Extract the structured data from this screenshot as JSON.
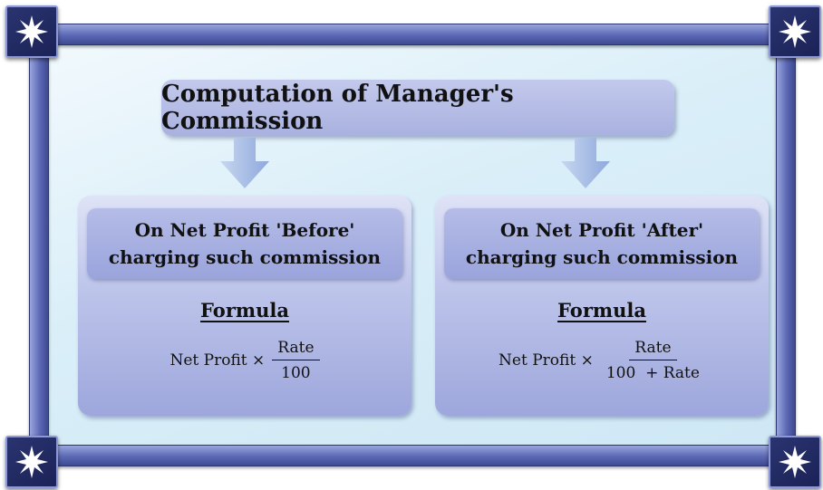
{
  "title": "Computation of Manager's Commission",
  "methods": [
    {
      "heading_line1": "On Net Profit 'Before'",
      "heading_line2": "charging such commission",
      "formula_label": "Formula",
      "formula_prefix": "Net Profit ×",
      "numerator": "Rate",
      "denominator": "100"
    },
    {
      "heading_line1": "On Net Profit 'After'",
      "heading_line2": "charging such commission",
      "formula_label": "Formula",
      "formula_prefix": "Net Profit ×",
      "numerator": "Rate",
      "denominator": "100  + Rate"
    }
  ],
  "colors": {
    "frame": "#4e5aa8",
    "box": "#aeb6e2",
    "background": "#d9eef8"
  }
}
